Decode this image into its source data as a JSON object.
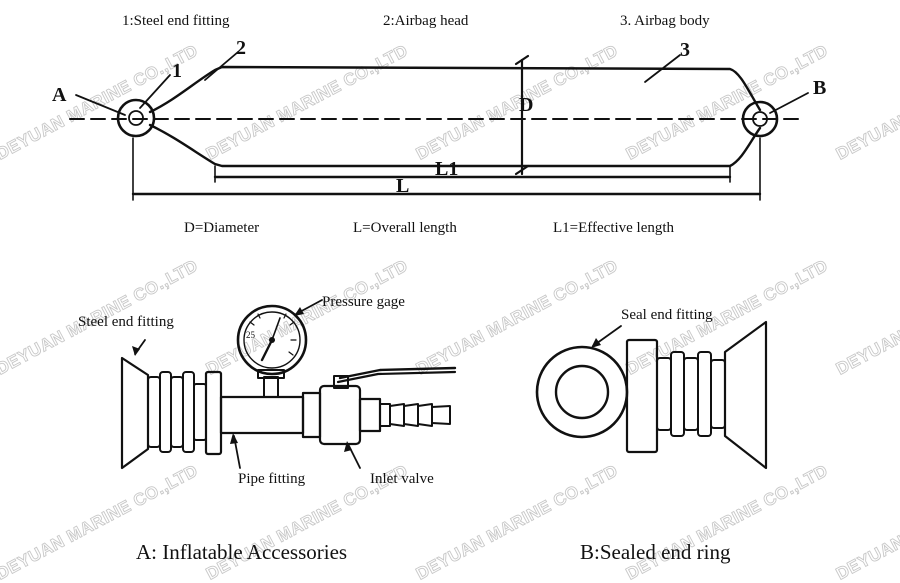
{
  "top_labels": {
    "item1": "1:Steel end fitting",
    "item2": "2:Airbag head",
    "item3": "3. Airbag body"
  },
  "callouts": {
    "a": "A",
    "b": "B",
    "n1": "1",
    "n2": "2",
    "n3": "3",
    "diameter": "D",
    "effective": "L1",
    "overall": "L"
  },
  "legend": {
    "diameter": "D=Diameter",
    "overall": "L=Overall length",
    "effective": "L1=Effective length"
  },
  "accessories": {
    "steel_end_fitting": "Steel end fitting",
    "pressure_gage": "Pressure gage",
    "pipe_fitting": "Pipe fitting",
    "inlet_valve": "Inlet valve",
    "gauge_number": "25",
    "caption": "A: Inflatable Accessories"
  },
  "sealed": {
    "seal_end_fitting": "Seal end fitting",
    "caption": "B:Sealed end ring"
  },
  "watermark": "DEYUAN MARINE CO.,LTD"
}
